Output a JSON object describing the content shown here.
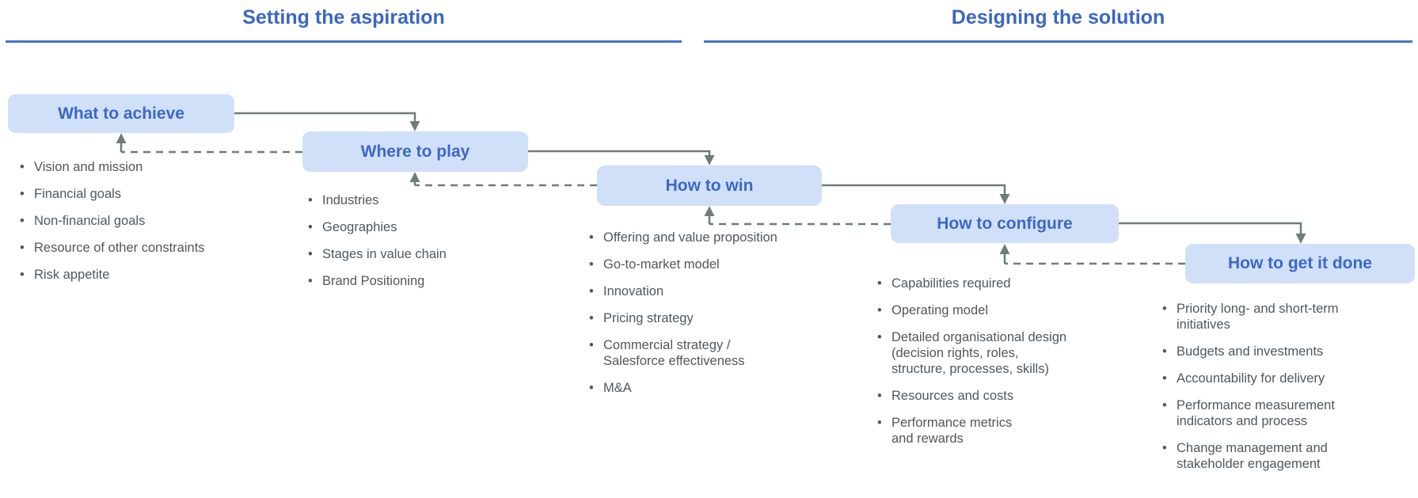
{
  "sections": [
    {
      "title": "Setting the aspiration"
    },
    {
      "title": "Designing the solution"
    }
  ],
  "columns": [
    {
      "box_title": "What to achieve",
      "bullets": [
        "Vision and mission",
        "Financial goals",
        "Non-financial goals",
        "Resource of other constraints",
        "Risk appetite"
      ]
    },
    {
      "box_title": "Where to play",
      "bullets": [
        "Industries",
        "Geographies",
        "Stages in value chain",
        "Brand Positioning"
      ]
    },
    {
      "box_title": "How to win",
      "bullets": [
        "Offering and value proposition",
        "Go-to-market model",
        "Innovation",
        "Pricing strategy",
        "Commercial strategy /\nSalesforce effectiveness",
        "M&A"
      ]
    },
    {
      "box_title": "How to configure",
      "bullets": [
        "Capabilities required",
        "Operating model",
        "Detailed organisational design\n(decision rights, roles,\nstructure, processes, skills)",
        "Resources and costs",
        "Performance metrics\nand rewards"
      ]
    },
    {
      "box_title": "How to get it done",
      "bullets": [
        "Priority long- and short-term\ninitiatives",
        "Budgets and investments",
        "Accountability for delivery",
        "Performance measurement\nindicators and process",
        "Change management and\nstakeholder engagement"
      ]
    }
  ],
  "colors": {
    "box_fill": "#d0e0f8",
    "box_title": "#3c68c4",
    "header": "#3a67c0",
    "rule": "#4472c4",
    "bullet_text": "#4f575d",
    "connector": "#6d7e74"
  }
}
